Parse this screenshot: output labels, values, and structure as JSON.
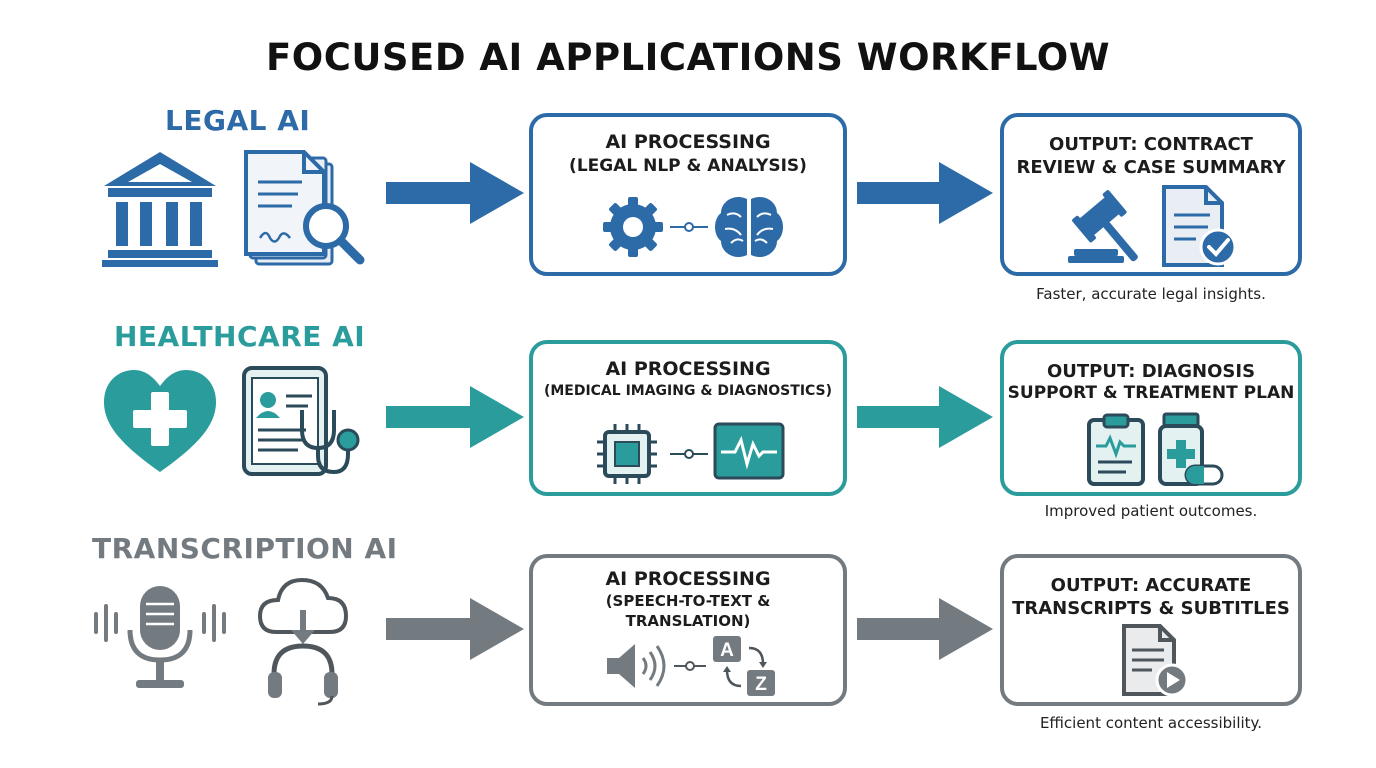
{
  "title": "FOCUSED AI APPLICATIONS WORKFLOW",
  "colors": {
    "legal": "#2d6aa8",
    "health": "#2a9c9c",
    "trans": "#737a80"
  },
  "rows": [
    {
      "category": "LEGAL AI",
      "icons": [
        "courthouse-icon",
        "document-magnifier-icon"
      ],
      "processing": {
        "title": "AI PROCESSING",
        "subtitle": "(LEGAL NLP & ANALYSIS)",
        "icons": [
          "gear-icon",
          "brain-icon"
        ]
      },
      "output": {
        "line1": "OUTPUT: CONTRACT",
        "line2": "REVIEW & CASE SUMMARY",
        "icons": [
          "gavel-icon",
          "checked-document-icon"
        ]
      },
      "caption": "Faster, accurate legal insights."
    },
    {
      "category": "HEALTHCARE AI",
      "icons": [
        "heart-plus-icon",
        "tablet-stethoscope-icon"
      ],
      "processing": {
        "title": "AI PROCESSING",
        "subtitle": "(MEDICAL IMAGING & DIAGNOSTICS)",
        "icons": [
          "chip-icon",
          "heartbeat-monitor-icon"
        ]
      },
      "output": {
        "line1": "OUTPUT: DIAGNOSIS",
        "line2": "SUPPORT & TREATMENT PLAN",
        "icons": [
          "clipboard-icon",
          "medicine-bottle-icon"
        ]
      },
      "caption": "Improved patient outcomes."
    },
    {
      "category": "TRANSCRIPTION AI",
      "icons": [
        "microphone-icon",
        "cloud-headset-icon"
      ],
      "processing": {
        "title": "AI PROCESSING",
        "subtitle": "(SPEECH-TO-TEXT &",
        "subtitle2": "TRANSLATION)",
        "icons": [
          "speaker-icon",
          "translate-icon"
        ]
      },
      "output": {
        "line1": "OUTPUT: ACCURATE",
        "line2": "TRANSCRIPTS & SUBTITLES",
        "icons": [
          "video-document-icon"
        ]
      },
      "caption": "Efficient content accessibility."
    }
  ],
  "translate_letters": {
    "a": "A",
    "z": "Z"
  }
}
